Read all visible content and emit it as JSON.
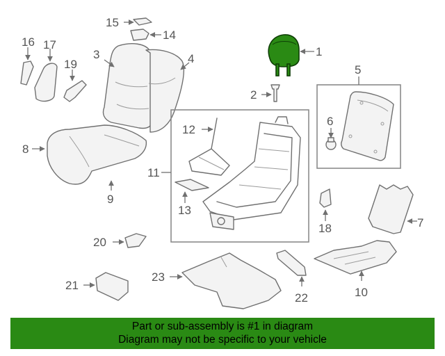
{
  "callouts": {
    "p1": "1",
    "p2": "2",
    "p3": "3",
    "p4": "4",
    "p5": "5",
    "p6": "6",
    "p7": "7",
    "p8": "8",
    "p9": "9",
    "p10": "10",
    "p11": "11",
    "p12": "12",
    "p13": "13",
    "p14": "14",
    "p15": "15",
    "p16": "16",
    "p17": "17",
    "p18": "18",
    "p19": "19",
    "p20": "20",
    "p21": "21",
    "p22": "22",
    "p23": "23"
  },
  "highlight_color": "#2a8a14",
  "banner": {
    "line1": "Part or sub-assembly is #1 in diagram",
    "line2": "Diagram may not be specific to your vehicle"
  }
}
